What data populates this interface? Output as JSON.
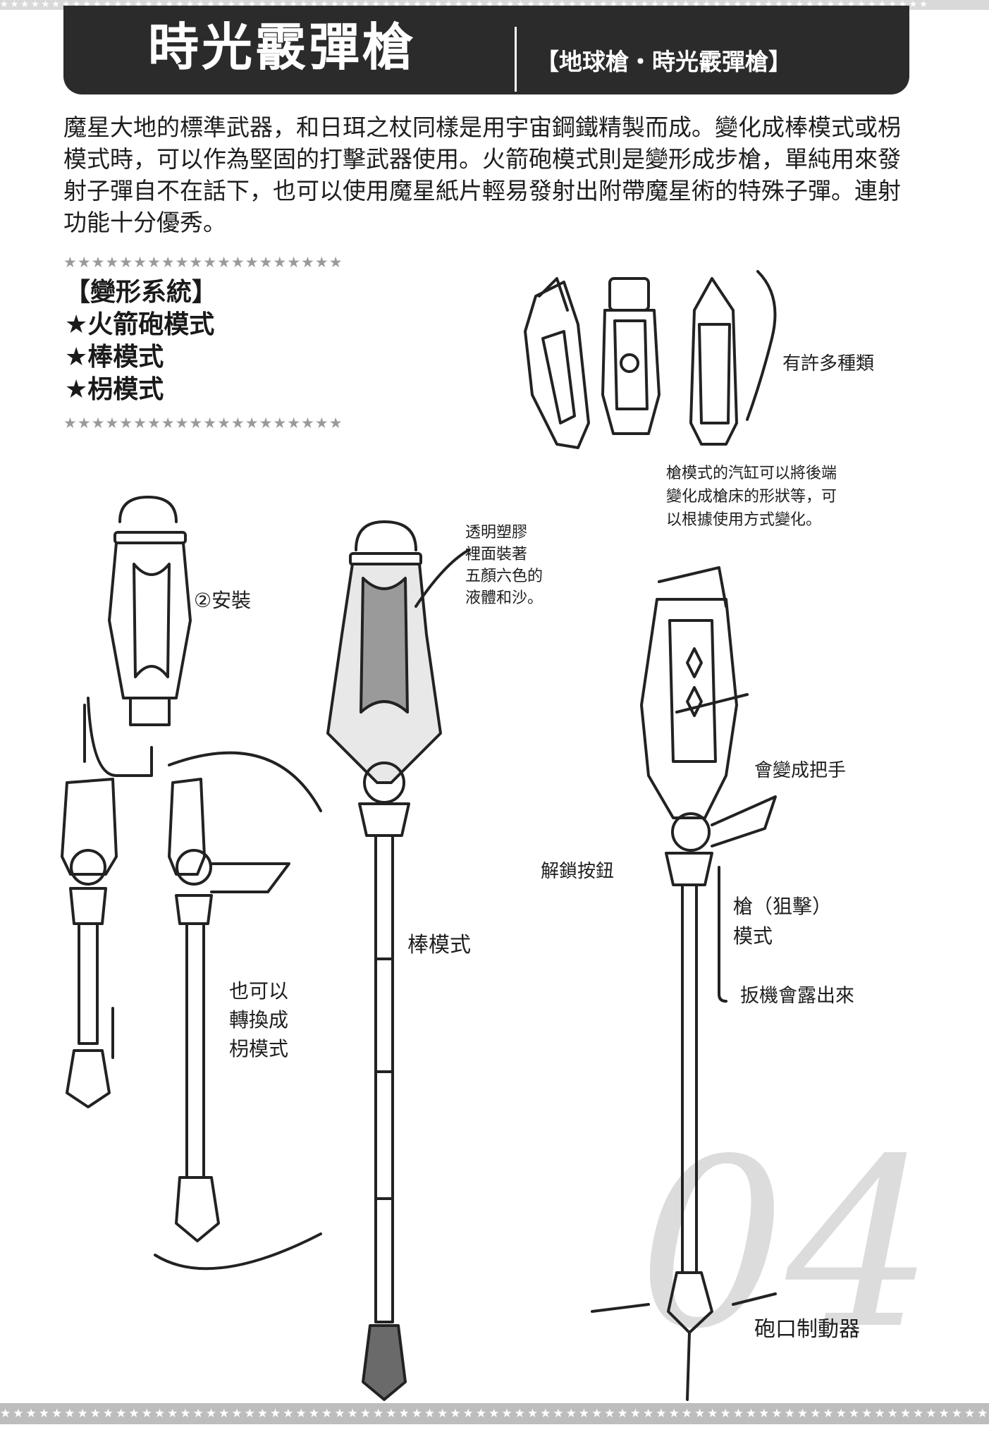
{
  "header": {
    "title": "時光霰彈槍",
    "subtitle": "【地球槍・時光霰彈槍】"
  },
  "description": "魔星大地的標準武器，和日珥之杖同樣是用宇宙鋼鐵精製而成。變化成棒模式或枴模式時，可以作為堅固的打擊武器使用。火箭砲模式則是變形成步槍，單純用來發射子彈自不在話下，也可以使用魔星紙片輕易發射出附帶魔星術的特殊子彈。連射功能十分優秀。",
  "transform_system": {
    "heading": "【變形系統】",
    "modes": [
      "★火箭砲模式",
      "★棒模式",
      "★枴模式"
    ]
  },
  "annotations": {
    "many_types": "有許多種類",
    "install": "②安裝",
    "transparent": "透明塑膠\n裡面裝著\n五顏六色的\n液體和沙。",
    "gun_mode_note": "槍模式的汽缸可以將後端\n變化成槍床的形狀等，可\n以根據使用方式變化。",
    "becomes_grip": "會變成把手",
    "unlock_button": "解鎖按鈕",
    "sniper_mode": "槍（狙擊）\n模式",
    "trigger": "扳機會露出來",
    "staff_mode": "棒模式",
    "crutch_convert": "也可以\n轉換成\n枴模式",
    "muzzle_brake": "砲口制動器"
  },
  "page_number": "04",
  "colors": {
    "title_bg": "#2b2b2b",
    "title_text": "#ffffff",
    "border_gray": "#bdbdbd",
    "watermark": "#dcdcdc"
  }
}
